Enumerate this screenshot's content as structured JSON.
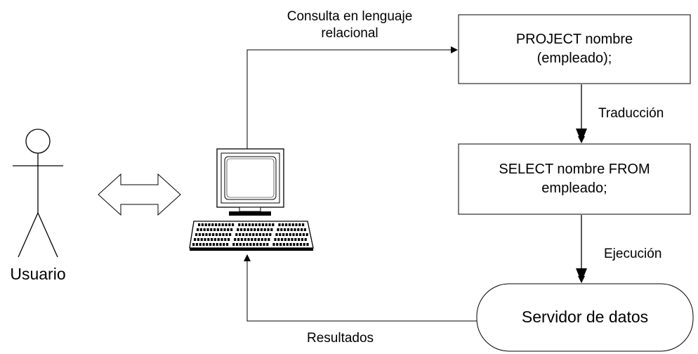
{
  "actor": {
    "label": "Usuario"
  },
  "edges": {
    "query": {
      "line1": "Consulta en lenguaje",
      "line2": "relacional"
    },
    "translation": "Traducción",
    "execution": "Ejecución",
    "results": "Resultados"
  },
  "boxes": {
    "project": {
      "line1": "PROJECT nombre",
      "line2": "(empleado);"
    },
    "select": {
      "line1": "SELECT nombre FROM",
      "line2": "empleado;"
    },
    "server": {
      "label": "Servidor de datos"
    }
  },
  "icons": {
    "actor": "stick-figure-icon",
    "exchange": "double-arrow-icon",
    "computer": "computer-icon"
  }
}
